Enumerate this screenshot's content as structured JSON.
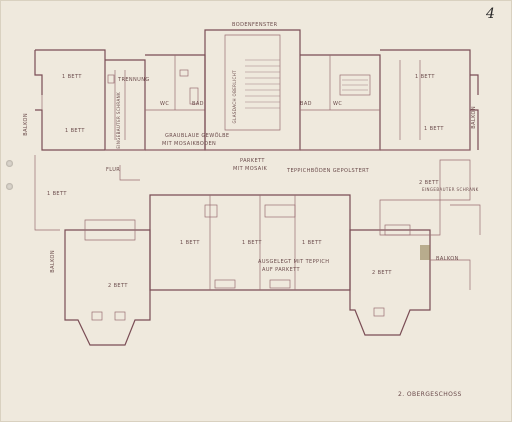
{
  "page_number": "4",
  "labels": {
    "bodenfenster": "BODENFENSTER",
    "l_1bett_topleft": "1 BETT",
    "trennung": "TRENNUNG",
    "l_1bett_left2": "1 BETT",
    "balkon_left_upper": "BALKON",
    "schrank_note": "EINGEBAUTER SCHRANK",
    "wc_left": "WC",
    "bad_left": "BAD",
    "glas_note": "GLASDACH OBERLICHT",
    "graublaue_note": "GRAUBLAUE GEWÖLBE",
    "mit_mosaik_note": "MIT MOSAIKBODEN",
    "parkett": "PARKETT",
    "mit_mosaik": "MIT MOSAIK",
    "teppich_note": "TEPPICHBÖDEN GEPOLSTERT",
    "l_1bett_topright": "1 BETT",
    "wc_right": "WC",
    "bad_right": "BAD",
    "l_1bett_right2": "1 BETT",
    "balkon_right_upper": "BALKON",
    "flur": "FLUR",
    "l_1bett_left_mid": "1 BETT",
    "balkon_left_lower": "BALKON",
    "l_2bett_left": "2 BETT",
    "l_1bett_c1": "1 BETT",
    "l_1bett_c2": "1 BETT",
    "l_1bett_c3": "1 BETT",
    "ausgelegt_note": "AUSGELEGT MIT TEPPICH",
    "auf_parkett": "AUF PARKETT",
    "l_2bett_right_top": "2 BETT",
    "eingebaut_note": "EINGEBAUTER SCHRANK",
    "l_2bett_right": "2 BETT",
    "balkon_right_lower": "BALKON",
    "obergeschoss": "2. OBERGESCHOSS"
  },
  "colors": {
    "paper": "#efe9dd",
    "ink_wall": "#7a4d55",
    "ink_text": "#6a4a4a"
  }
}
